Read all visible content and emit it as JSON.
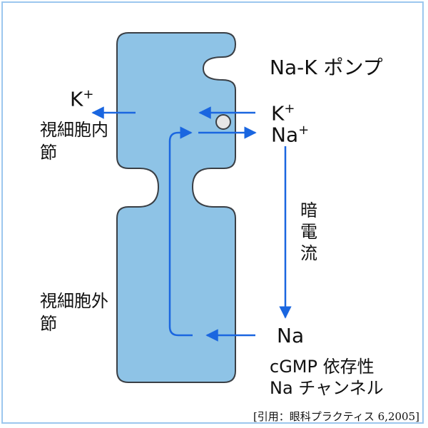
{
  "colors": {
    "cell_fill": "#8ec3e6",
    "cell_stroke": "#3a3f45",
    "arrow": "#1a66e0",
    "frame": "#9cc7ee",
    "pump": "#e6e6e6"
  },
  "labels": {
    "pump": "Na-K ポンプ",
    "k_plus_left_base": "K",
    "k_plus_right_base": "K",
    "na_plus_base": "Na",
    "plus": "+",
    "inner_segment": "視細胞内節",
    "outer_segment": "視細胞外節",
    "dark_current": "暗電流",
    "na_channel_ion": "Na",
    "cgmp_line1": "cGMP 依存性",
    "cgmp_line2": "Na チャンネル",
    "citation": "[引用：眼科プラクティス 6,2005]"
  }
}
